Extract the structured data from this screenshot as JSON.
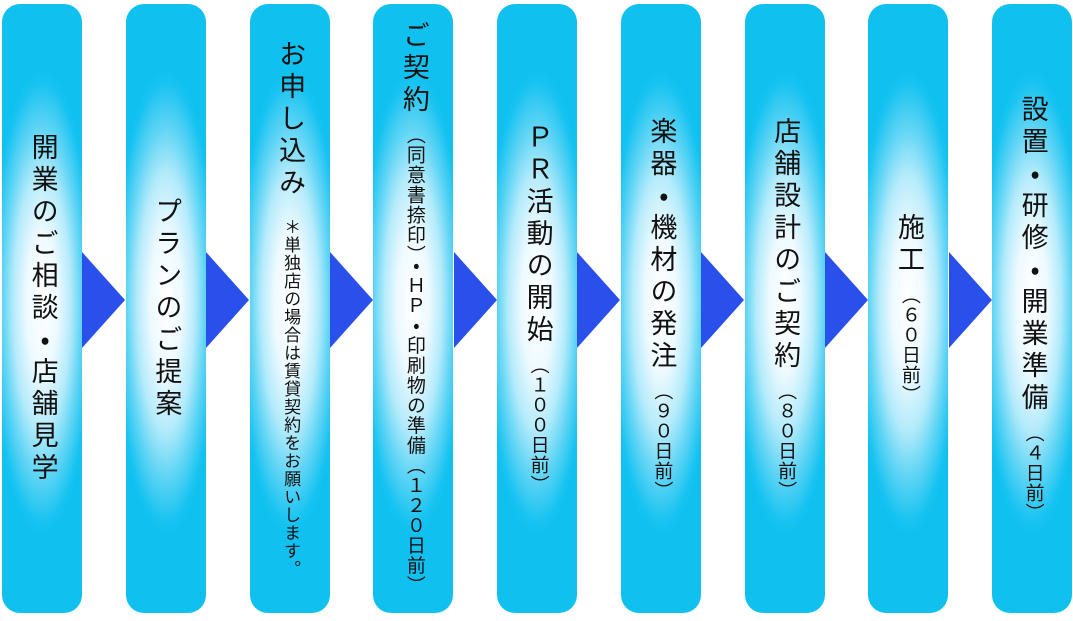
{
  "diagram": {
    "type": "horizontal-flow",
    "direction": "left-to-right",
    "description": "store opening process flow with vertical Japanese text bars and right arrows",
    "colors": {
      "arrow": "#2950eb",
      "bar_edge_cyan": "#10c1f0",
      "bar_mid_cyan": "#62d5f5",
      "bar_light_cyan": "#b5ebfb",
      "bar_center_white": "#ffffff",
      "text": "#111111"
    },
    "arrow_icon": "right-triangle-arrow",
    "steps": [
      {
        "main": "開業のご相談・店舗見学"
      },
      {
        "main": "プランのご提案"
      },
      {
        "main": "お申し込み",
        "note": "＊単独店の場合は賃貸契約をお願いします。"
      },
      {
        "main": "ご契約",
        "sub": "（同意書捺印）・ＨＰ・印刷物の準備（１２０日前）"
      },
      {
        "main": "ＰＲ活動の開始",
        "sub": "（１００日前）"
      },
      {
        "main": "楽器・機材の発注",
        "sub": "（９０日前）"
      },
      {
        "main": "店舗設計のご契約",
        "sub": "（８０日前）"
      },
      {
        "main": "施工",
        "sub": "（６０日前）"
      },
      {
        "main": "設置・研修・開業準備",
        "sub": "（４日前）"
      }
    ]
  }
}
